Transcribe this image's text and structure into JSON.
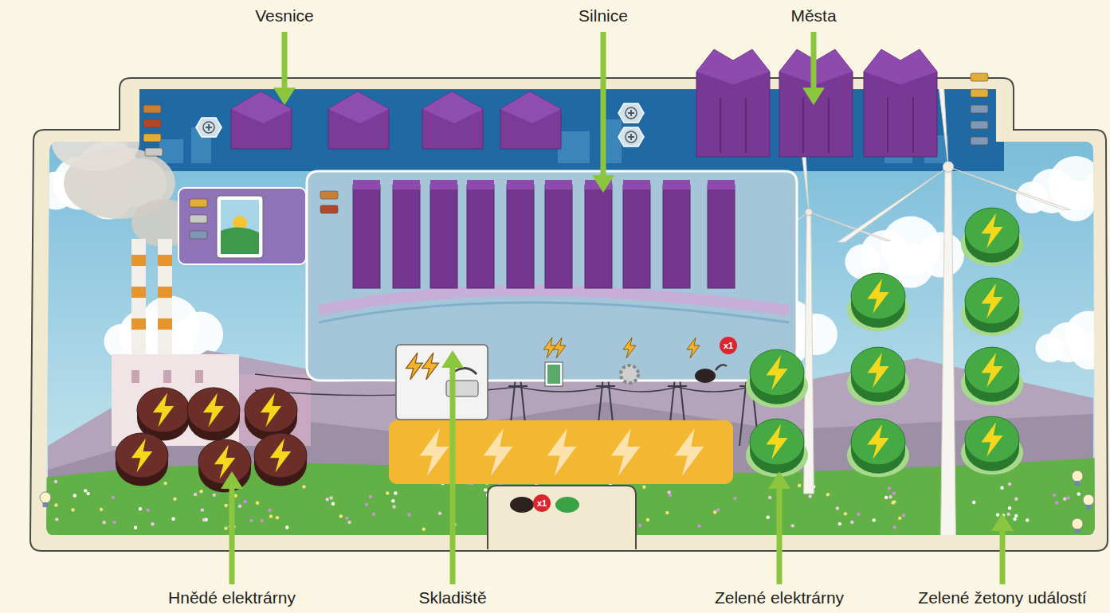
{
  "diagram": {
    "labels": [
      "Vesnice",
      "Silnice",
      "Města",
      "x1",
      "x1",
      "Hnědé elektrárny",
      "Skladiště",
      "Zelené elektrárny",
      "Zelené žetony událostí"
    ]
  }
}
